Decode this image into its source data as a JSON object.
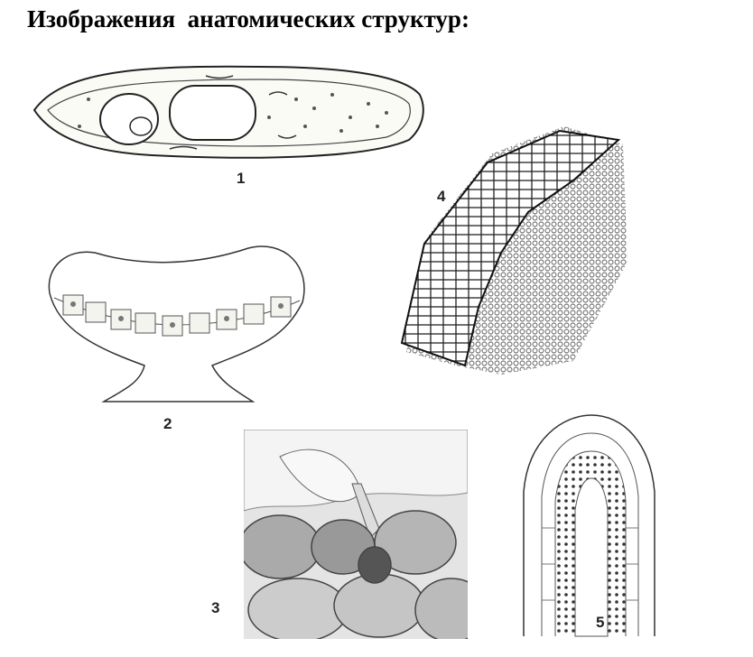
{
  "title": "Изображения  анатомических структур:",
  "figures": [
    {
      "label": "1"
    },
    {
      "label": "2"
    },
    {
      "label": "3"
    },
    {
      "label": "4"
    },
    {
      "label": "5"
    }
  ]
}
